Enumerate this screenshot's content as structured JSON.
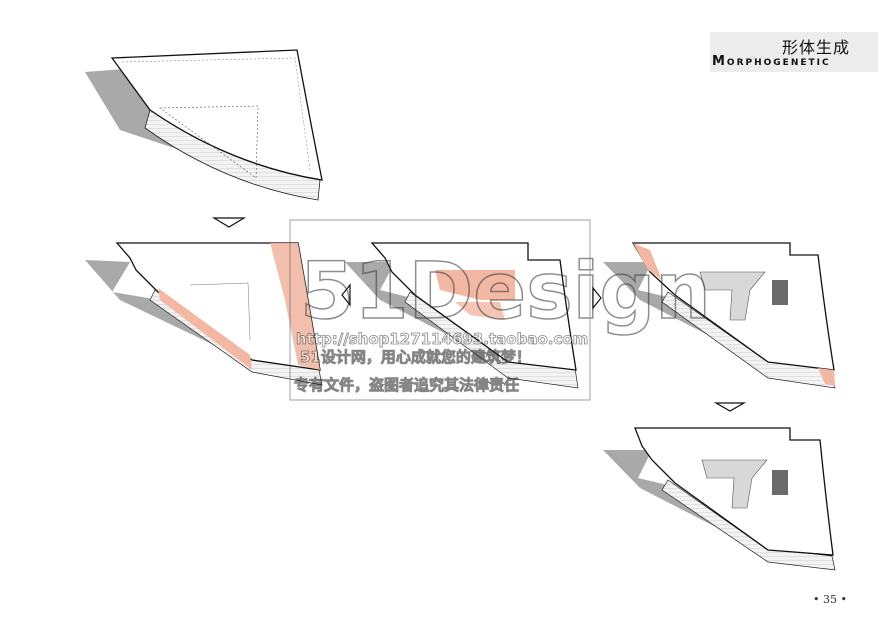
{
  "header": {
    "title_cn": "形体生成",
    "title_en": "Morphogenetic"
  },
  "footer": {
    "page_number": "• 35 •"
  },
  "watermark": {
    "logo_text": "51Design",
    "url": "http://shop127114693.taobao.com",
    "line1": "51设计网，用心成就您的建筑梦！",
    "line2": "专有文件，盗图者追究其法律责任"
  },
  "colors": {
    "accent": "#f2b8a4",
    "line": "#111111",
    "shadow": "#9a9a9a",
    "title_bg": "#ececec"
  },
  "icons": [
    "arrow-down-icon",
    "arrow-right-icon"
  ]
}
